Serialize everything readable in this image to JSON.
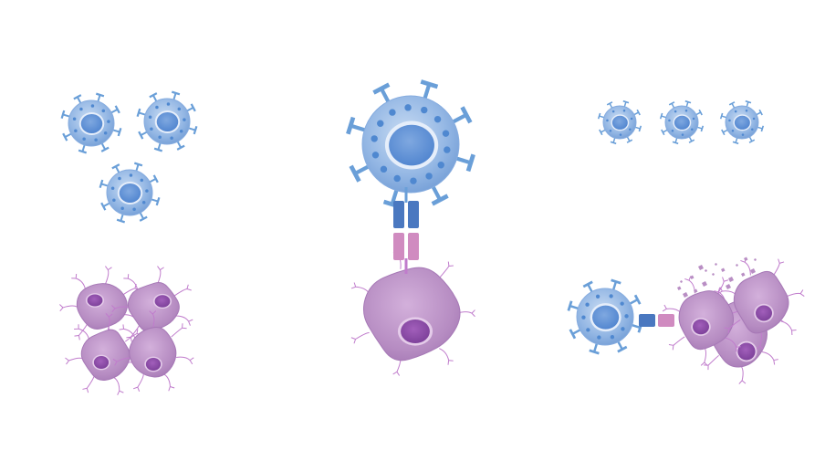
{
  "colors": {
    "tcell_body": "#8fb3e2",
    "tcell_body_light": "#b9d0ee",
    "tcell_nucleus": "#5b8fd6",
    "tcell_nucleus_ring": "#e6eefa",
    "receptor": "#6a9fd8",
    "receptor_dark": "#3f6fb5",
    "granule": "#4f88d0",
    "car_blue": "#4a78c0",
    "car_pink": "#d08bc0",
    "tumor_body": "#b98ec4",
    "tumor_body_light": "#cfa7d6",
    "tumor_nucleus": "#8a4aa6",
    "tumor_edge": "#c07ccc",
    "debris": "#b98ec4"
  },
  "panels": {
    "left": {
      "tcell_count": 3,
      "tumor_cell_count": 4
    },
    "center": {
      "tcell_count": 1,
      "receptor_pair": 1,
      "tumor_cell_count": 1
    },
    "right": {
      "tcell_count": 4,
      "tumor_cell_count": 3,
      "state": "lysis"
    }
  }
}
